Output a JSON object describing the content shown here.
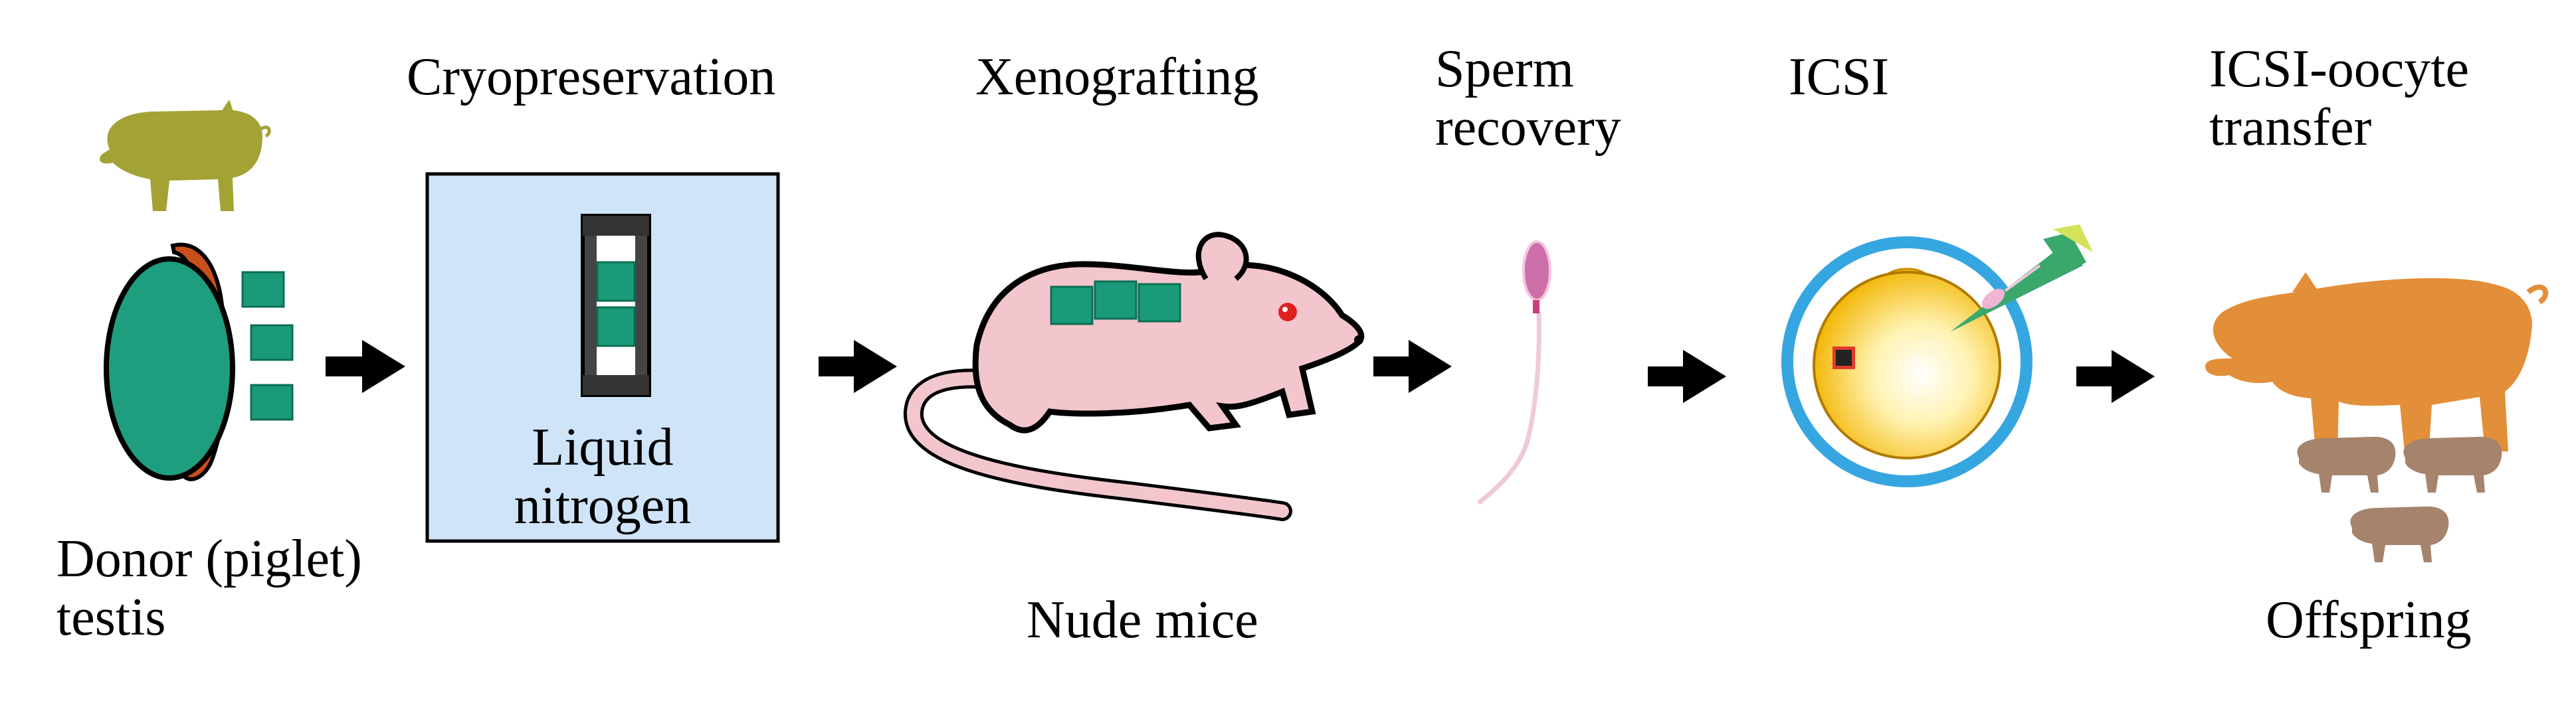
{
  "steps": {
    "donor": {
      "label_line1": "Donor (piglet)",
      "label_line2": "testis"
    },
    "cryo": {
      "title": "Cryopreservation",
      "inner_line1": "Liquid",
      "inner_line2": "nitrogen"
    },
    "xeno": {
      "title": "Xenografting",
      "caption": "Nude mice"
    },
    "sperm": {
      "title_line1": "Sperm",
      "title_line2": "recovery"
    },
    "icsi": {
      "title": "ICSI"
    },
    "transfer": {
      "title_line1": "ICSI-oocyte",
      "title_line2": "transfer",
      "caption": "Offspring"
    }
  },
  "colors": {
    "tissue": "#1a9a78",
    "testis": "#1e9e7f",
    "epididymis": "#c8501c",
    "piglet": "#a3a235",
    "cryo_box": "#cfe4f8",
    "mouse": "#f2c6cc",
    "sperm": "#cc6fa8",
    "oocyte": "#f5c200",
    "zona": "#36a6e0",
    "sow": "#e38e38",
    "offspring": "#a5836d",
    "pipette": "#3aa86c"
  }
}
